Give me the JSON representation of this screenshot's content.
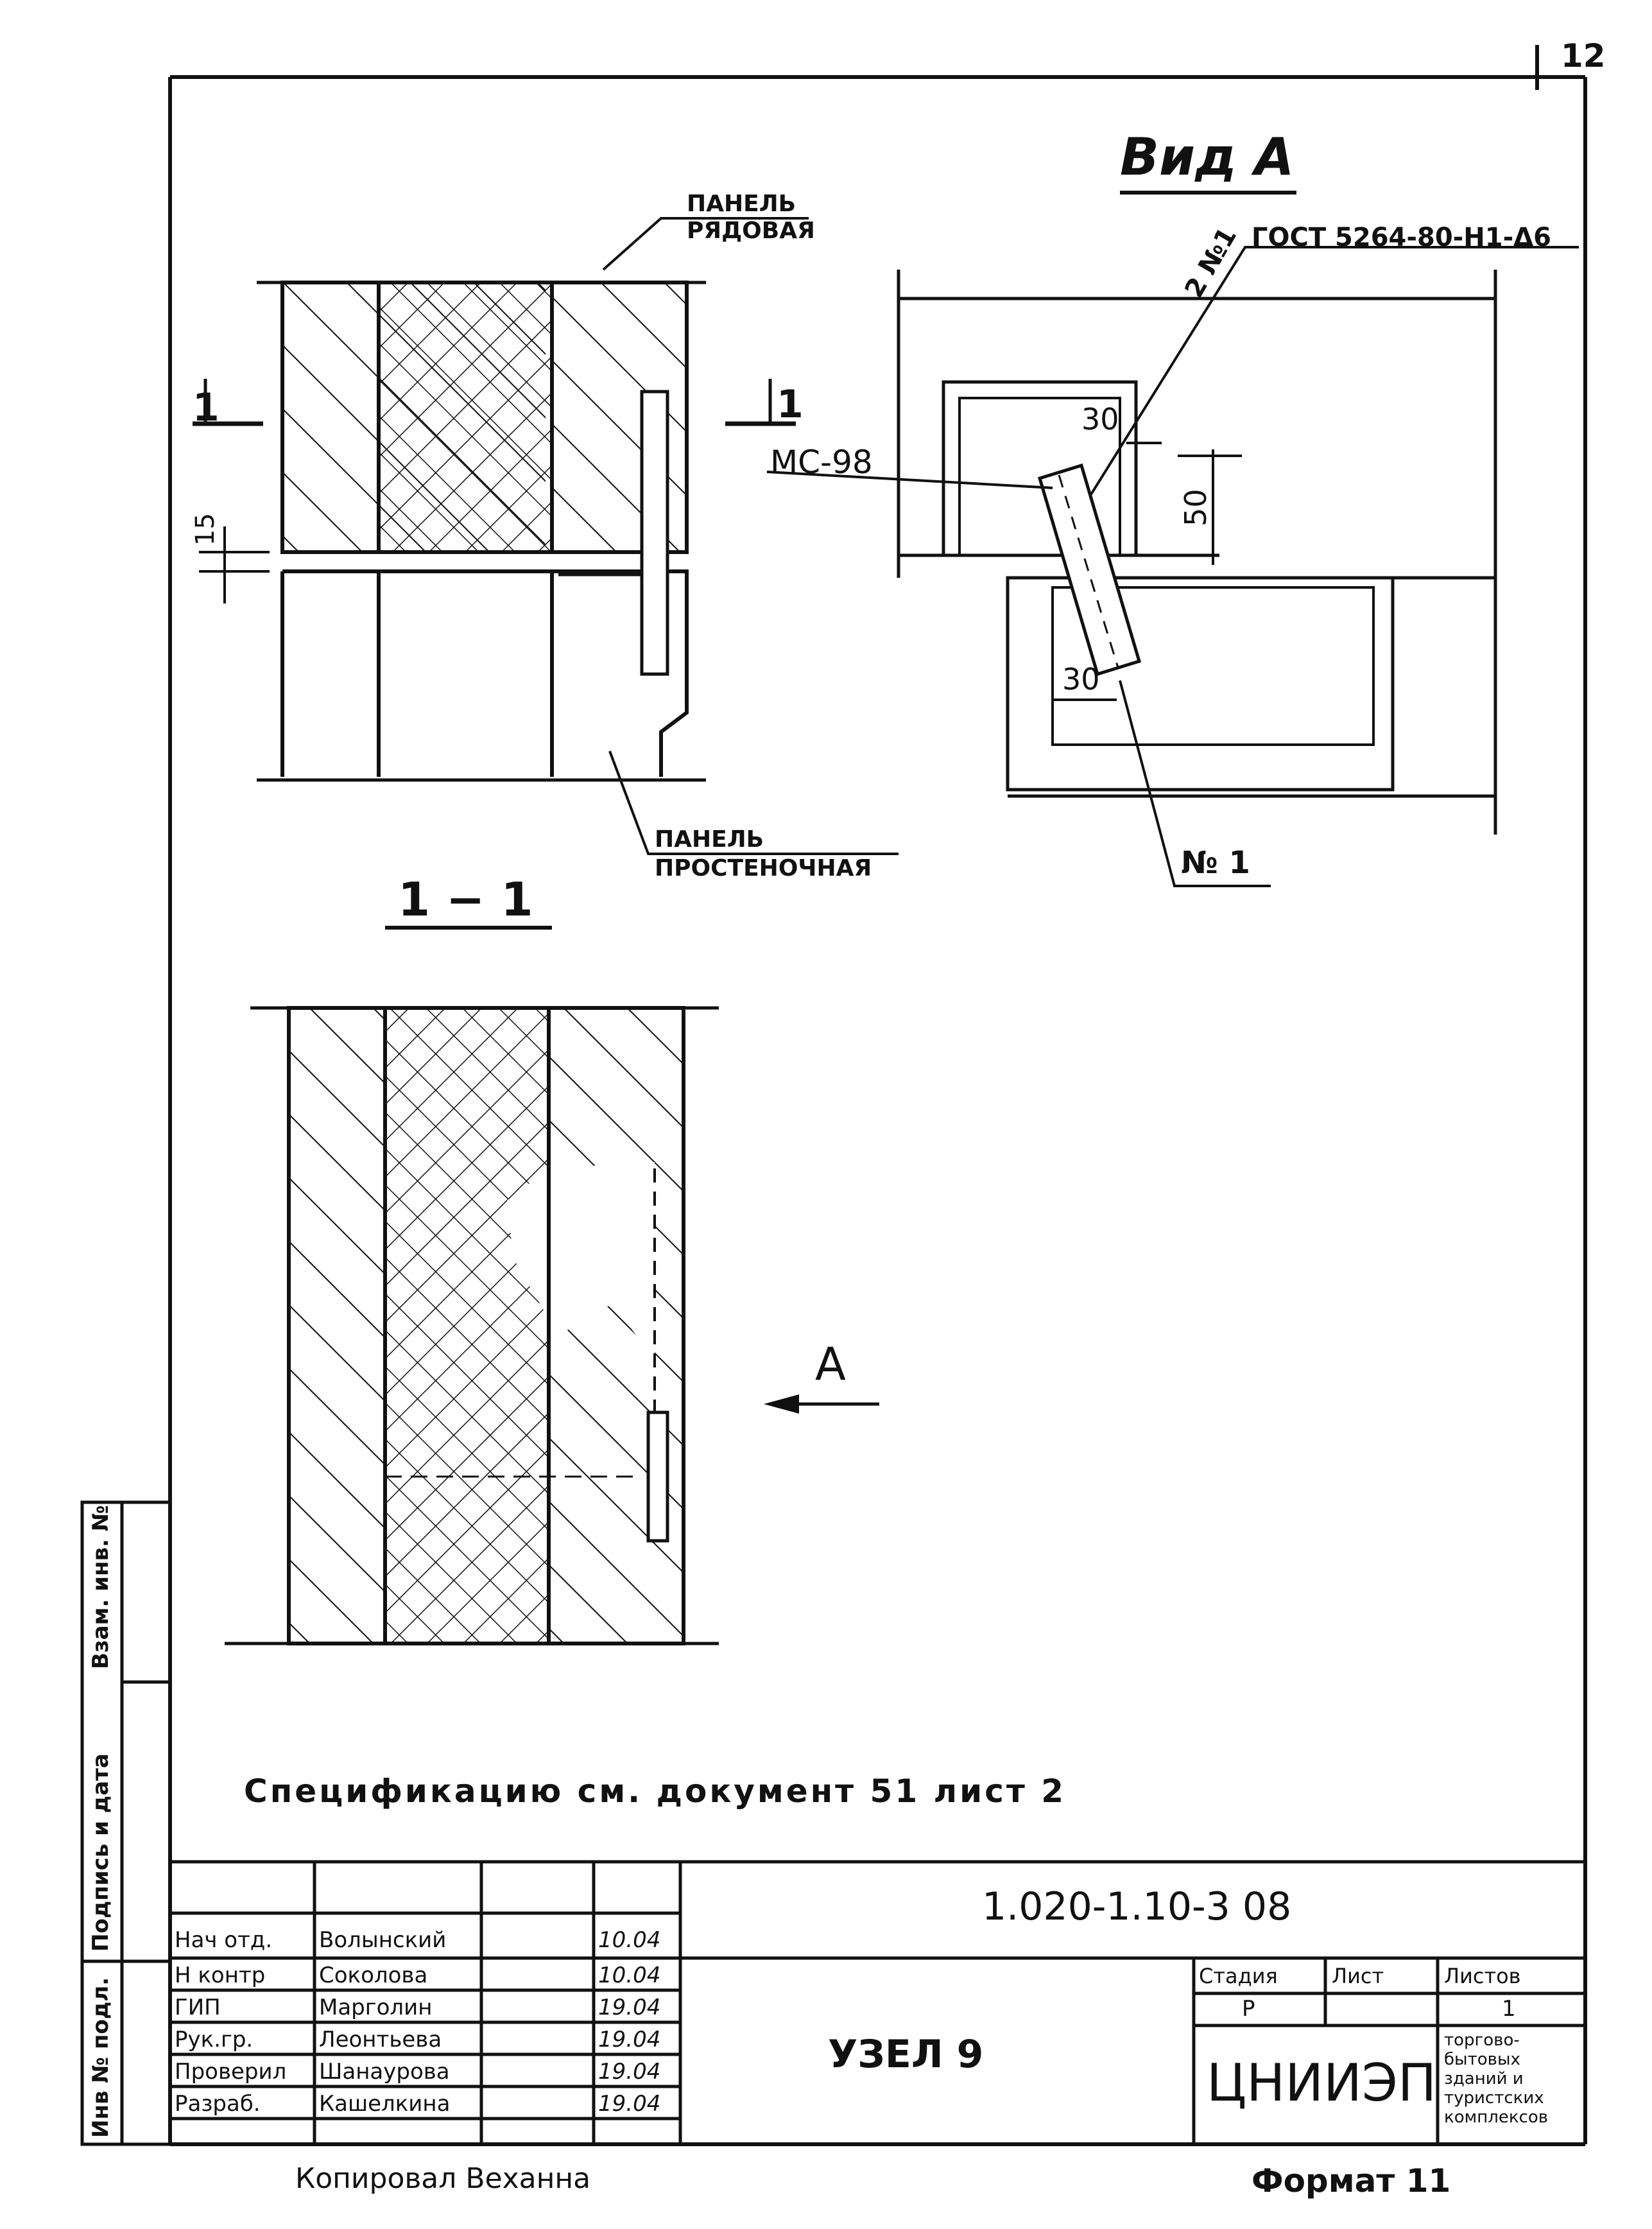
{
  "sheet_number": "12",
  "view_a": {
    "title": "Вид А",
    "gost_ref": "ГОСТ 5264-80-Н1-Δ6",
    "weld": "2 №1",
    "mark": "МС-98",
    "dim_top": "30",
    "dim_side": "50",
    "dim_bottom": "30",
    "item": "№ 1"
  },
  "section_1_1": {
    "title": "1 − 1",
    "cut_label_left": "1",
    "cut_label_right": "1",
    "joint_dim": "15",
    "panel_row_line1": "ПАНЕЛЬ",
    "panel_row_line2": "РЯДОВАЯ",
    "panel_pier_line1": "ПАНЕЛЬ",
    "panel_pier_line2": "ПРОСТЕНОЧНАЯ",
    "view_arrow_label": "А"
  },
  "spec_note": "Спецификацию см. документ 51 лист 2",
  "side_stamp": {
    "col1": "Инв № подл.",
    "col2": "Подпись и дата",
    "col3": "Взам. инв. №"
  },
  "title_block": {
    "doc_code": "1.020-1.10-3 08",
    "node_title": "УЗЕЛ 9",
    "roles": [
      {
        "role": "Нач отд.",
        "name": "Волынский",
        "date": "10.04"
      },
      {
        "role": "Н контр",
        "name": "Соколова",
        "date": "10.04"
      },
      {
        "role": "ГИП",
        "name": "Марголин",
        "date": "19.04"
      },
      {
        "role": "Рук.гр.",
        "name": "Леонтьева",
        "date": "19.04"
      },
      {
        "role": "Проверил",
        "name": "Шанаурова",
        "date": "19.04"
      },
      {
        "role": "Разраб.",
        "name": "Кашелкина",
        "date": "19.04"
      }
    ],
    "stage_header": "Стадия",
    "sheet_header": "Лист",
    "sheets_header": "Листов",
    "stage": "Р",
    "sheet": "",
    "sheets": "1",
    "org": "ЦНИИЭП",
    "org_note_lines": [
      "торгово-",
      "бытовых",
      "зданий и",
      "туристских",
      "комплексов"
    ]
  },
  "footer": {
    "left": "Копировал Веханна",
    "right": "Формат 11"
  }
}
